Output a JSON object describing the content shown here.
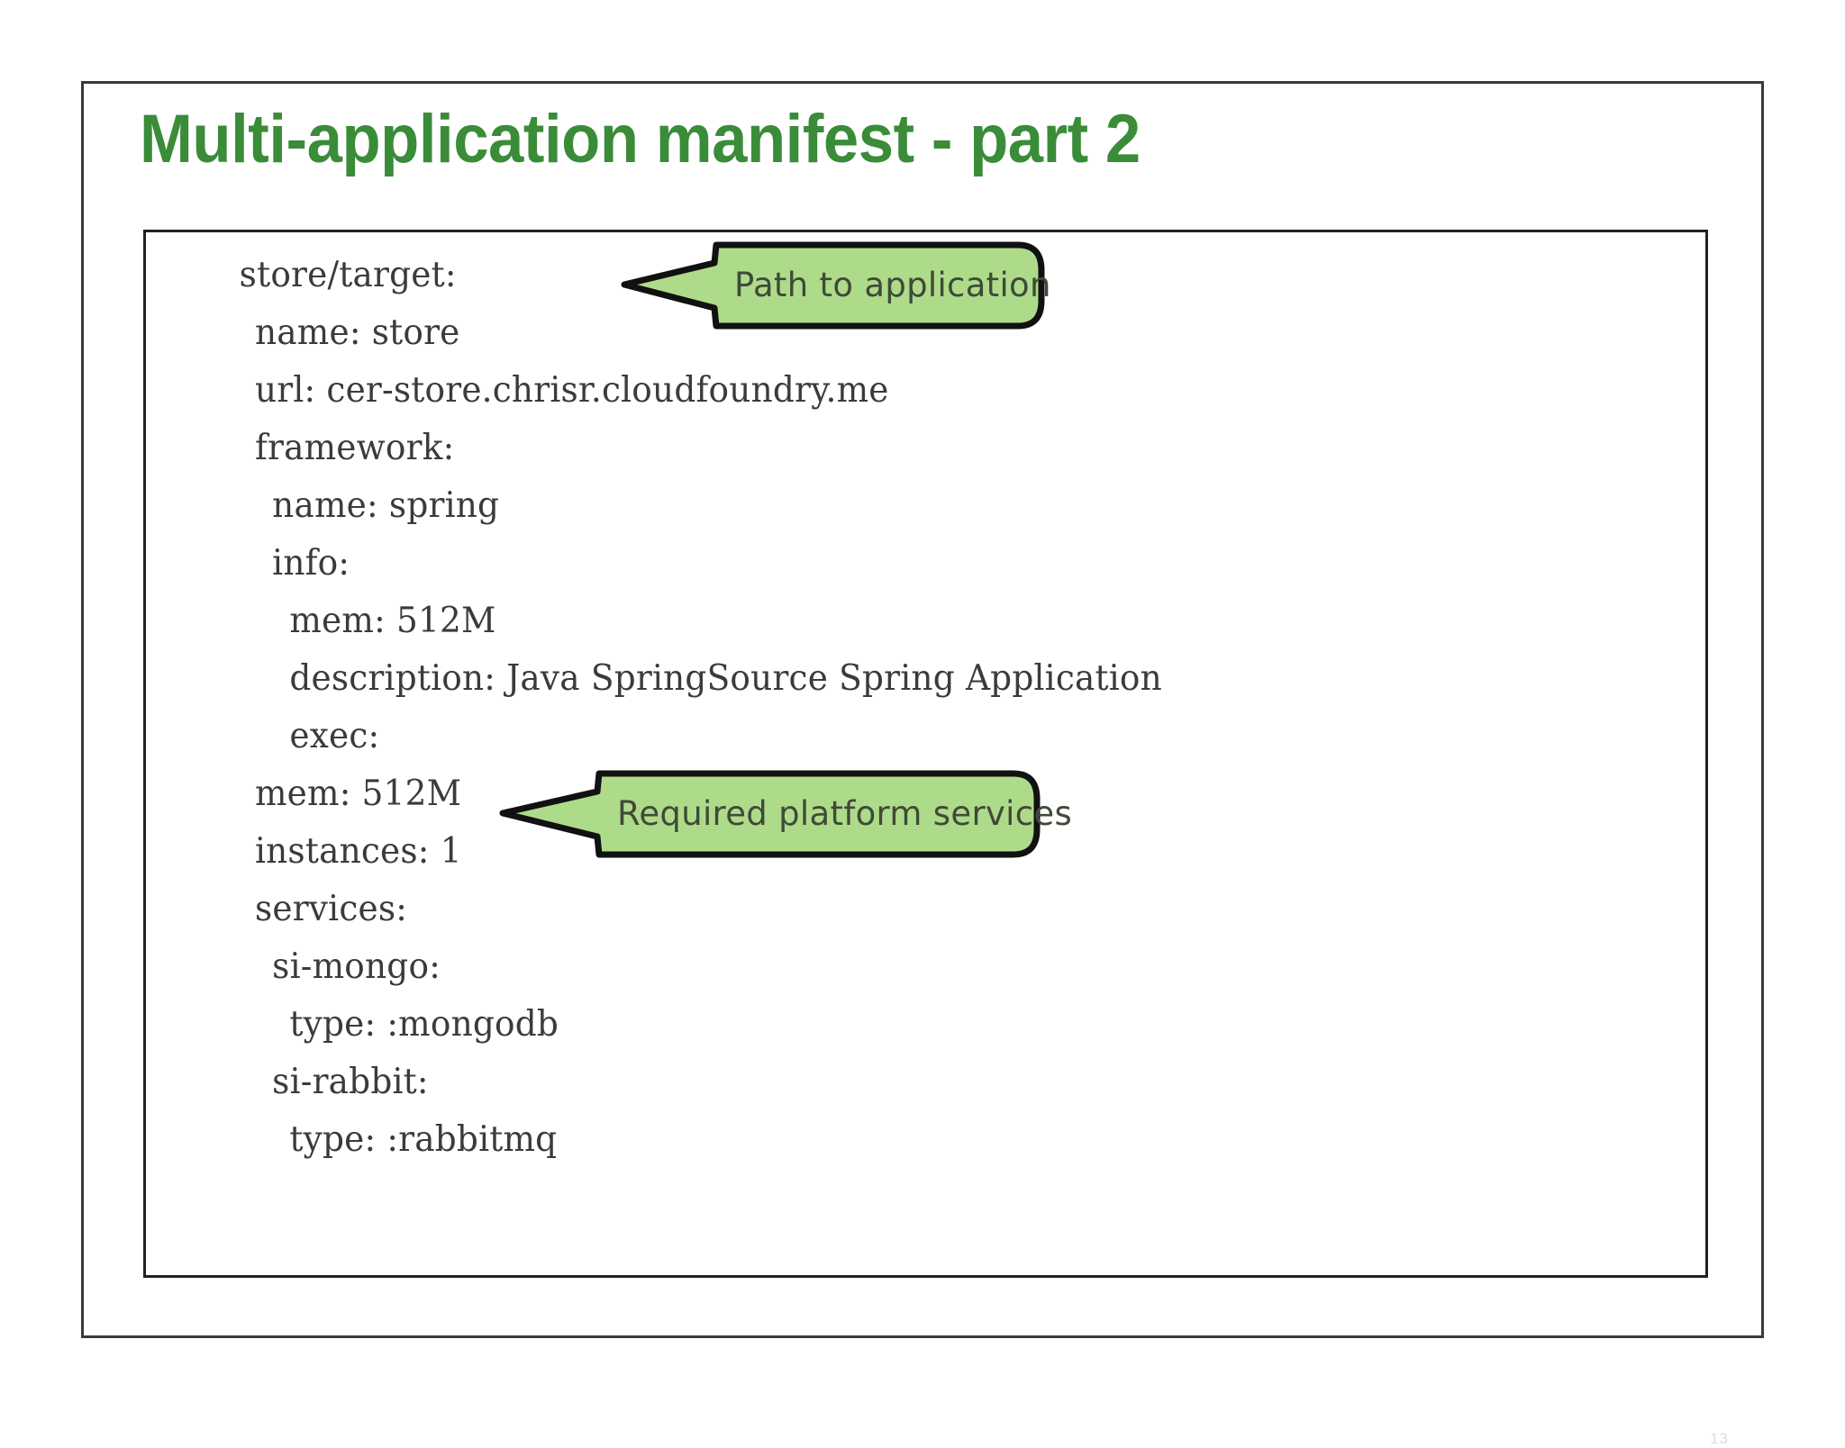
{
  "slide": {
    "title": "Multi-application manifest - part 2",
    "title_color": "#3a8c38",
    "frame_border_color": "#3a3a3a",
    "background": "#ffffff"
  },
  "manifest": {
    "box_border_color": "#222222",
    "text_color": "#3b3b3b",
    "lines": [
      {
        "text": "store/target:",
        "indent": 0
      },
      {
        "text": "name: store",
        "indent": 1
      },
      {
        "text": "url: cer-store.chrisr.cloudfoundry.me",
        "indent": 1
      },
      {
        "text": "framework:",
        "indent": 1
      },
      {
        "text": "name: spring",
        "indent": 2
      },
      {
        "text": "info:",
        "indent": 2
      },
      {
        "text": "mem: 512M",
        "indent": 3
      },
      {
        "text": "description: Java SpringSource Spring Application",
        "indent": 3
      },
      {
        "text": "exec:",
        "indent": 3
      },
      {
        "text": "mem: 512M",
        "indent": 1
      },
      {
        "text": "instances: 1",
        "indent": 1
      },
      {
        "text": "services:",
        "indent": 1
      },
      {
        "text": "si-mongo:",
        "indent": 2
      },
      {
        "text": "type: :mongodb",
        "indent": 3
      },
      {
        "text": "si-rabbit:",
        "indent": 2
      },
      {
        "text": "type: :rabbitmq",
        "indent": 3
      }
    ]
  },
  "callouts": [
    {
      "id": "path-to-application",
      "label": "Path to application",
      "fill": "#aedb8a",
      "stroke": "#111111",
      "text_color": "#3f4a37",
      "tail_direction": "left"
    },
    {
      "id": "required-services",
      "label": "Required platform services",
      "fill": "#aedb8a",
      "stroke": "#111111",
      "text_color": "#3f4a37",
      "tail_direction": "left"
    }
  ],
  "artifacts": {
    "page_number": "13"
  }
}
